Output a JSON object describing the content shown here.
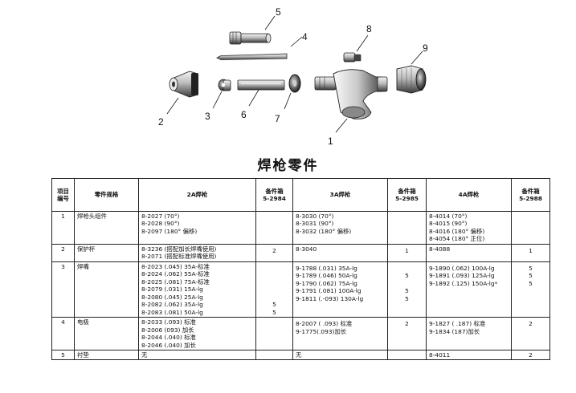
{
  "diagram": {
    "callouts": [
      "1",
      "2",
      "3",
      "4",
      "5",
      "6",
      "7",
      "8",
      "9"
    ]
  },
  "title": "焊枪零件",
  "table": {
    "headers": {
      "item": [
        "项目",
        "编号"
      ],
      "name": "零件规格",
      "col2a": "2A焊枪",
      "kit2a": [
        "备件箱",
        "5-2984"
      ],
      "col3a": "3A焊枪",
      "kit3a": [
        "备件箱",
        "5-2985"
      ],
      "col4a": "4A焊枪",
      "kit4a": [
        "备件箱",
        "5-2988"
      ]
    },
    "rows": [
      {
        "item": "1",
        "name": "焊枪头组件",
        "a2": [
          "8-2027 (70°)",
          "8-2028 (90°)",
          "8-2097 (180° 偏移)"
        ],
        "k2": [],
        "a3": [
          "8-3030 (70°)",
          "8-3031 (90°)",
          "8-3032 (180° 偏移)"
        ],
        "k3": [],
        "a4": [
          "8-4014 (70°)",
          "8-4015 (90°)",
          "8-4016 (180° 偏移)",
          "8-4054 (180° 正位)"
        ],
        "k4": []
      },
      {
        "item": "2",
        "name": "保护杯",
        "a2": [
          "8-3236 (搭配加长焊嘴使用)",
          "8-2071 (搭配标准焊嘴使用)"
        ],
        "k2": [
          "2"
        ],
        "a3": [
          "8-3040"
        ],
        "k3": [
          "1"
        ],
        "a4": [
          "8-4088"
        ],
        "k4": [
          "1"
        ]
      },
      {
        "item": "3",
        "name": "焊嘴",
        "a2": [
          "8-2023 (.045) 35A-标准",
          "8-2024 (.062) 55A-标准",
          "8-2025 (.081) 75A-标准",
          "8-2079 (.031) 15A-lg",
          "8-2080 (.045) 25A-lg",
          "8-2082 (.062) 35A-lg",
          "8-2083 (.081) 50A-lg"
        ],
        "k2": [
          "",
          "",
          "",
          "",
          "",
          "5",
          "5"
        ],
        "a3": [
          "9-1788 (.031) 35A-lg",
          "9-1789 (.046) 50A-lg",
          "9-1790 (.062) 75A-lg",
          "9-1791 (.081) 100A-lg",
          "9-1811 (.-093) 130A-lg"
        ],
        "k3": [
          "",
          "5",
          "",
          "5",
          "5"
        ],
        "a4": [
          "9-1890 (.062) 100A-lg",
          "9-1891 (.093) 125A-lg",
          "9-1892 (.125) 150A-lg*"
        ],
        "k4": [
          "5",
          "5",
          "5"
        ]
      },
      {
        "item": "4",
        "name": "电极",
        "a2": [
          "8-2033 (.093) 标准",
          "8-2006 (093) 加长",
          "8-2044 (.040) 标准",
          "8-2046 (.040) 加长"
        ],
        "k2": [],
        "a3": [
          "8-2007 ( .093) 标准",
          "9-1775(.093)加长"
        ],
        "k3": [
          "2"
        ],
        "a4": [
          "9-1827 ( .187) 标准",
          "9-1834 (187)加长"
        ],
        "k4": [
          "2"
        ]
      },
      {
        "item": "5",
        "name": "衬垫",
        "a2": [
          "无"
        ],
        "k2": [],
        "a3": [
          "无"
        ],
        "k3": [],
        "a4": [
          "8-4011"
        ],
        "k4": [
          "2"
        ]
      }
    ]
  }
}
